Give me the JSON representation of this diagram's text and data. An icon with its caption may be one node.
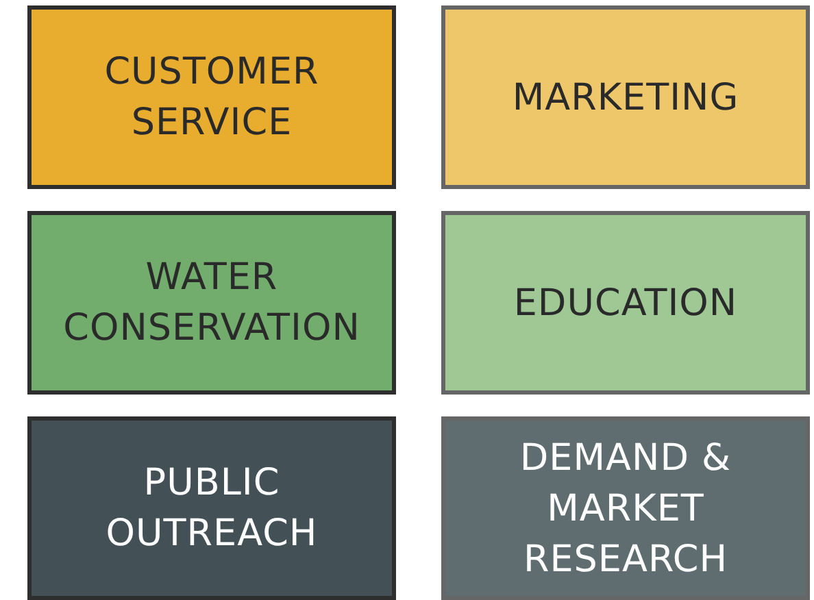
{
  "diagram": {
    "nodes": [
      {
        "text": [
          "CUSTOMER SERVICE"
        ]
      },
      {
        "text": [
          "MARKETING"
        ]
      },
      {
        "text": [
          "WATER CONSERVATION"
        ]
      },
      {
        "text": [
          "EDUCATION"
        ]
      },
      {
        "text": [
          "PUBLIC OUTREACH"
        ]
      },
      {
        "text": [
          "DEMAND & MARKET RESEARCH"
        ]
      }
    ]
  }
}
